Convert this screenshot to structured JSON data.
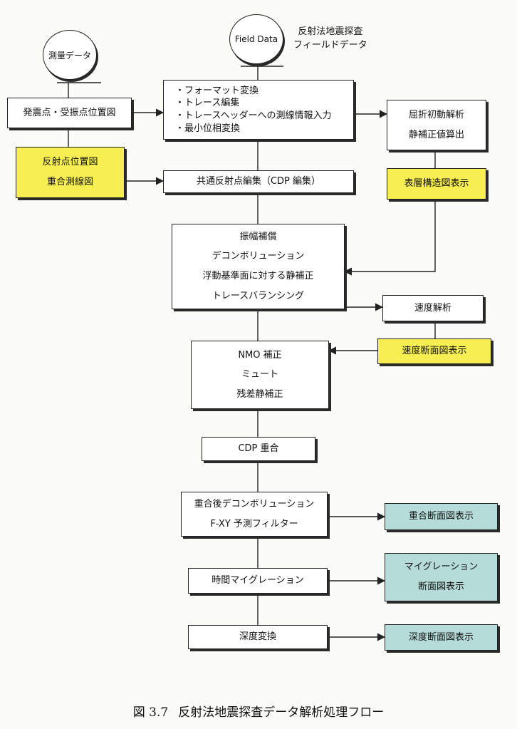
{
  "circles": {
    "survey": "測量データ",
    "field": "Field Data"
  },
  "field_note": [
    "反射法地震探査",
    "フィールドデータ"
  ],
  "boxes": {
    "shot_receiver": "発震点・受振点位置図",
    "reflection_map": [
      "反射点位置図",
      "重合測線図"
    ],
    "format": [
      "・フォーマット変換",
      "・トレース編集",
      "・トレースヘッダーへの測線情報入力",
      "・最小位相変換"
    ],
    "refraction": [
      "屈折初動解析",
      "静補正値算出"
    ],
    "surface_structure": "表層構造図表示",
    "cdp_edit": "共通反射点編集（CDP 編集）",
    "amplitude": [
      "振幅補償",
      "デコンボリューション",
      "浮動基準面に対する静補正",
      "トレースバランシング"
    ],
    "velocity_analysis": "速度解析",
    "velocity_section": "速度断面図表示",
    "nmo": [
      "NMO 補正",
      "ミュート",
      "残差静補正"
    ],
    "cdp_stack": "CDP 重合",
    "post_stack": [
      "重合後デコンボリューション",
      "F-XY 予測フィルター"
    ],
    "stack_section": "重合断面図表示",
    "time_migration": "時間マイグレーション",
    "migration_section": [
      "マイグレーション",
      "断面図表示"
    ],
    "depth_conversion": "深度変換",
    "depth_section": "深度断面図表示"
  },
  "caption": {
    "number": "図 3.7",
    "title": "反射法地震探査データ解析処理フロー"
  },
  "colors": {
    "yellow": "#f7ef52",
    "teal": "#b5dcd9",
    "line": "#222222"
  }
}
